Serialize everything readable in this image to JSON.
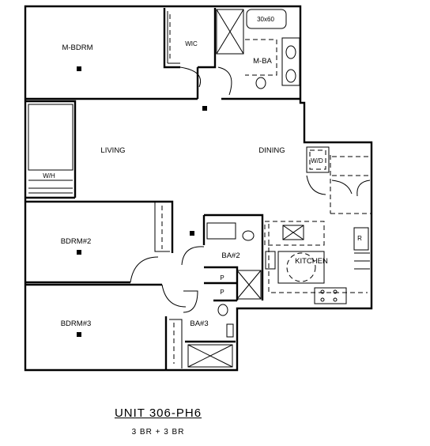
{
  "plan": {
    "rooms": {
      "master_bedroom": "M-BDRM",
      "walk_in_closet": "WIC",
      "master_bath": "M-BA",
      "tub": "30x60",
      "living": "LIVING",
      "dining": "DINING",
      "water_heater": "W/H",
      "washer_dryer": "W/D",
      "bedroom_2": "BDRM#2",
      "bath_2": "BA#2",
      "kitchen": "KITCHEN",
      "refrigerator": "R",
      "pantry_1": "P",
      "pantry_2": "P",
      "bedroom_3": "BDRM#3",
      "bath_3": "BA#3"
    }
  },
  "caption": {
    "unit": "UNIT 306-PH6",
    "bedrooms": "3 BR + 3 BR"
  }
}
